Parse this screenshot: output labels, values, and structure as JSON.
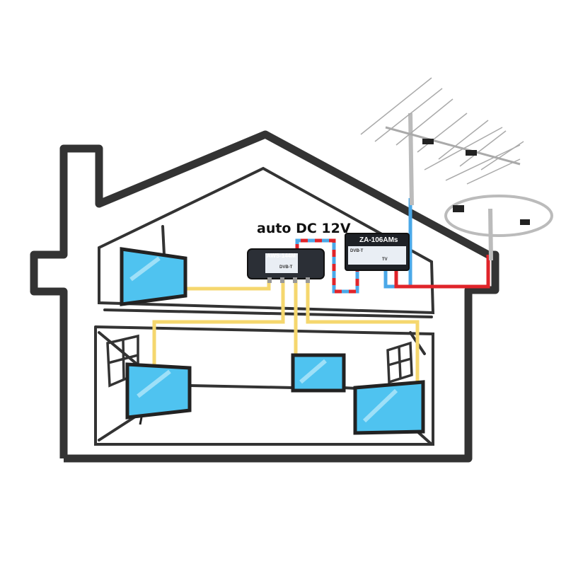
{
  "caption": "auto DC 12V",
  "devices": {
    "splitter": {
      "model": "AWS-144M",
      "sub_label": "DVB-T"
    },
    "amplifier": {
      "model": "ZA-106AMs",
      "sub_label": "DVB-T",
      "port_label": "TV"
    }
  },
  "colors": {
    "house_outline": "#333333",
    "tv_screen": "#4fc3f0",
    "coax_yellow": "#f5d76e",
    "coax_blue": "#4aa8e8",
    "coax_red": "#e0242a",
    "device_body": "#2b2f36"
  }
}
